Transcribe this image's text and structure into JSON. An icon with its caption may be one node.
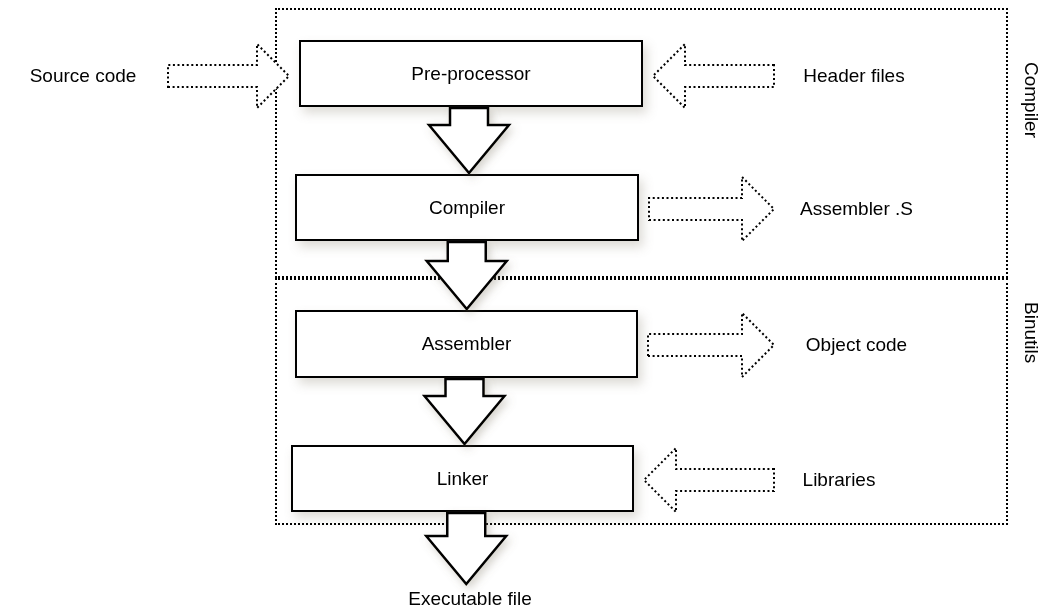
{
  "diagram": {
    "nodes": [
      {
        "text": [
          "Source code"
        ]
      },
      {
        "text": [
          "Compiler"
        ]
      },
      {
        "text": [
          "Pre-processor"
        ],
        "in": 1
      },
      {
        "text": [
          "Header files"
        ],
        "in": 1
      },
      {
        "text": [
          "Compiler"
        ],
        "in": 1
      },
      {
        "text": [
          "Assembler .S"
        ],
        "in": 1
      },
      {
        "text": [
          "Binutils"
        ]
      },
      {
        "text": [
          "Assembler"
        ],
        "in": 6
      },
      {
        "text": [
          "Object code"
        ],
        "in": 6
      },
      {
        "text": [
          "Linker"
        ],
        "in": 6
      },
      {
        "text": [
          "Libraries"
        ],
        "in": 6
      },
      {
        "text": [
          "Executable file"
        ]
      }
    ],
    "edges": [
      {
        "from": 0,
        "to": 2,
        "arrow": "to",
        "style": "dashed"
      },
      {
        "from": 3,
        "to": 2,
        "arrow": "to",
        "style": "dashed"
      },
      {
        "from": 2,
        "to": 4,
        "arrow": "to"
      },
      {
        "from": 4,
        "to": 5,
        "arrow": "to",
        "style": "dashed"
      },
      {
        "from": 4,
        "to": 7,
        "arrow": "to"
      },
      {
        "from": 7,
        "to": 8,
        "arrow": "to",
        "style": "dashed"
      },
      {
        "from": 7,
        "to": 9,
        "arrow": "to"
      },
      {
        "from": 10,
        "to": 9,
        "arrow": "to",
        "style": "dashed"
      },
      {
        "from": 9,
        "to": 11,
        "arrow": "to"
      }
    ]
  }
}
